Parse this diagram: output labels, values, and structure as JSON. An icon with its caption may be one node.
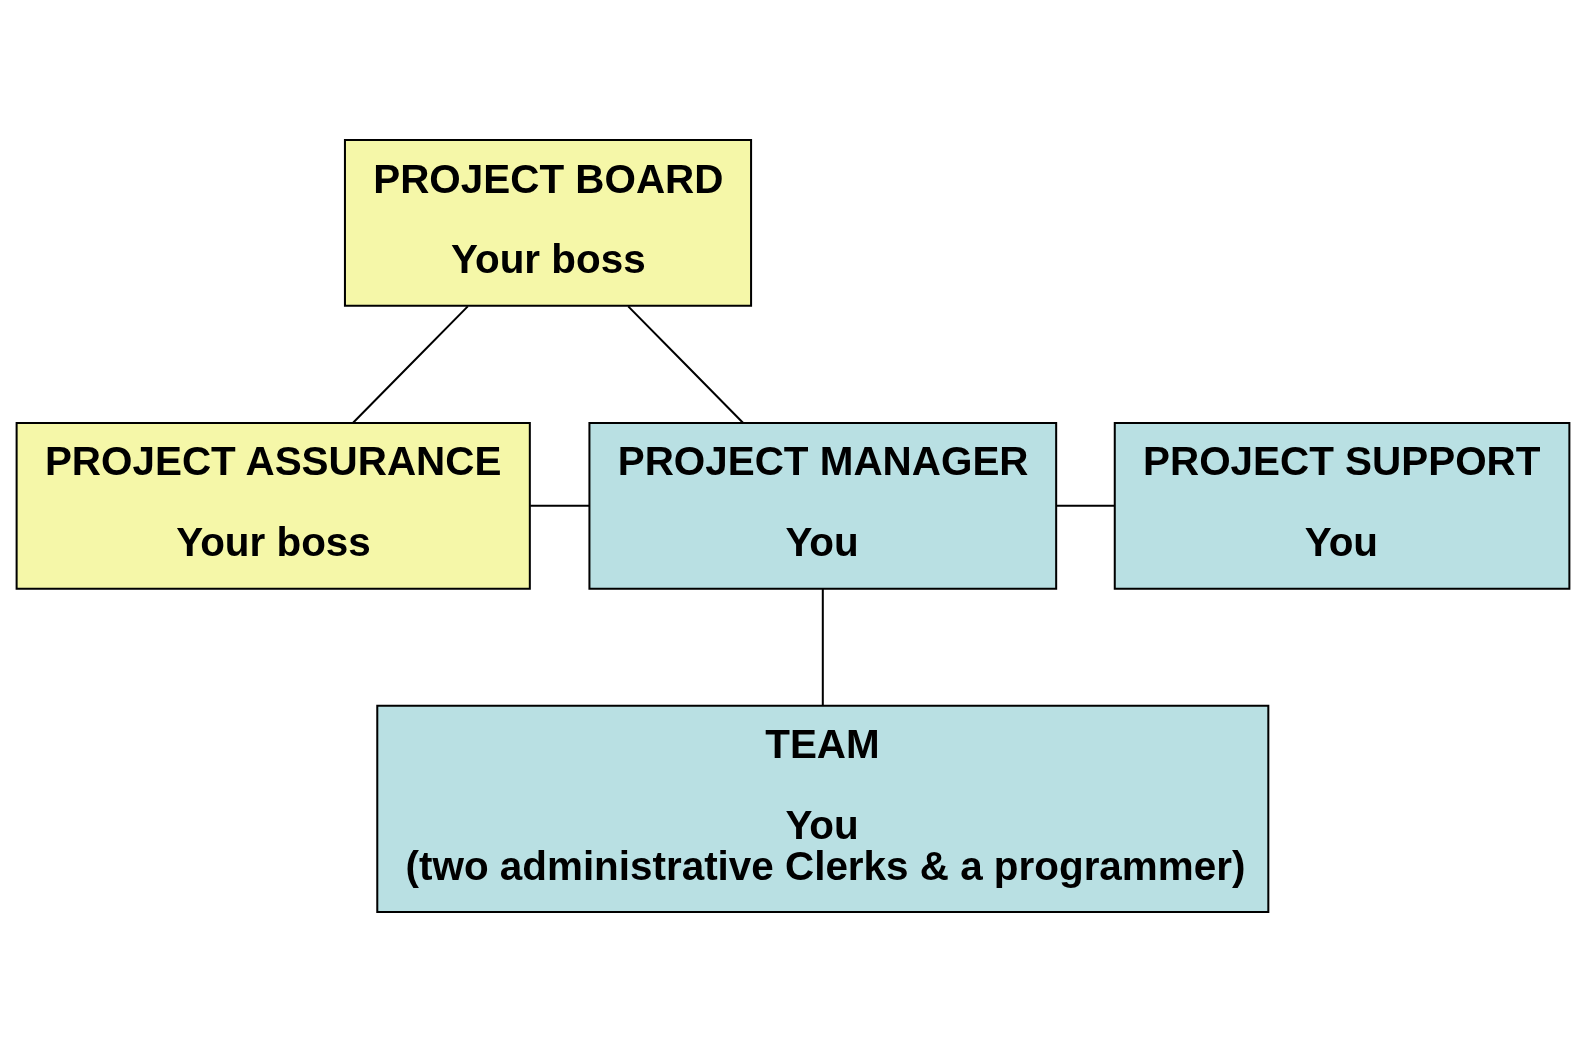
{
  "diagram": {
    "nodes": [
      {
        "text": [
          "PROJECT BOARD",
          "Your boss"
        ]
      },
      {
        "text": [
          "PROJECT ASSURANCE",
          "Your boss"
        ]
      },
      {
        "text": [
          "PROJECT MANAGER",
          "You"
        ]
      },
      {
        "text": [
          "PROJECT SUPPORT",
          "You"
        ]
      },
      {
        "text": [
          "TEAM",
          "You",
          "(two administrative Clerks & a programmer)"
        ]
      }
    ],
    "edges": [
      {
        "from": 1,
        "to": 0,
        "arrow": "none"
      },
      {
        "from": 0,
        "to": 2,
        "arrow": "none"
      },
      {
        "from": 1,
        "to": 2,
        "arrow": "none"
      },
      {
        "from": 2,
        "to": 3,
        "arrow": "none"
      },
      {
        "from": 2,
        "to": 4,
        "arrow": "none"
      }
    ]
  }
}
